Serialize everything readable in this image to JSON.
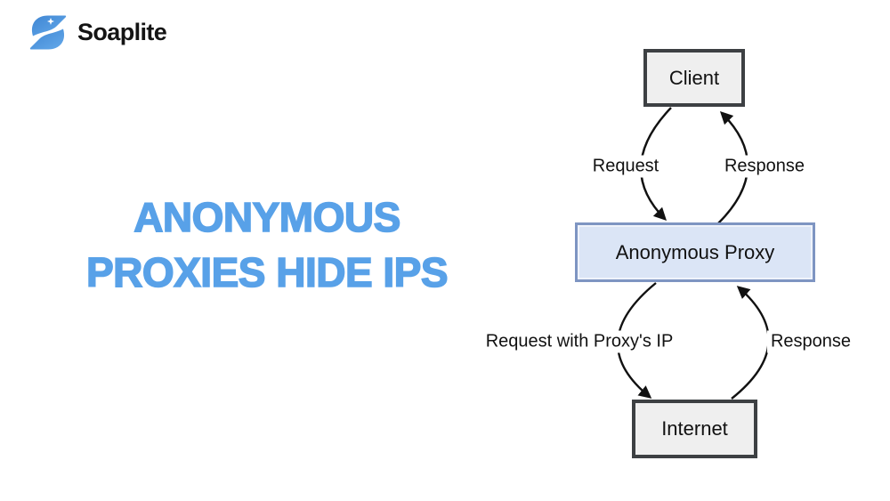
{
  "logo": {
    "brand": "Soaplite",
    "icon": "soaplite-logo-icon"
  },
  "headline": {
    "line1": "ANONYMOUS",
    "line2": "PROXIES HIDE IPS"
  },
  "diagram": {
    "nodes": [
      {
        "id": "client",
        "label": "Client"
      },
      {
        "id": "proxy",
        "label": "Anonymous Proxy"
      },
      {
        "id": "internet",
        "label": "Internet"
      }
    ],
    "edges": [
      {
        "from": "client",
        "to": "proxy",
        "label": "Request"
      },
      {
        "from": "proxy",
        "to": "client",
        "label": "Response"
      },
      {
        "from": "proxy",
        "to": "internet",
        "label": "Request with Proxy's IP"
      },
      {
        "from": "internet",
        "to": "proxy",
        "label": "Response"
      }
    ]
  },
  "theme": {
    "headline_color": "#58a1e8",
    "logo_blue": "#4a90d9",
    "proxy_fill": "#dbe5f6",
    "proxy_border": "#7e95c2",
    "node_fill": "#efefef",
    "node_border": "#3d4043",
    "arrow_color": "#111111"
  }
}
